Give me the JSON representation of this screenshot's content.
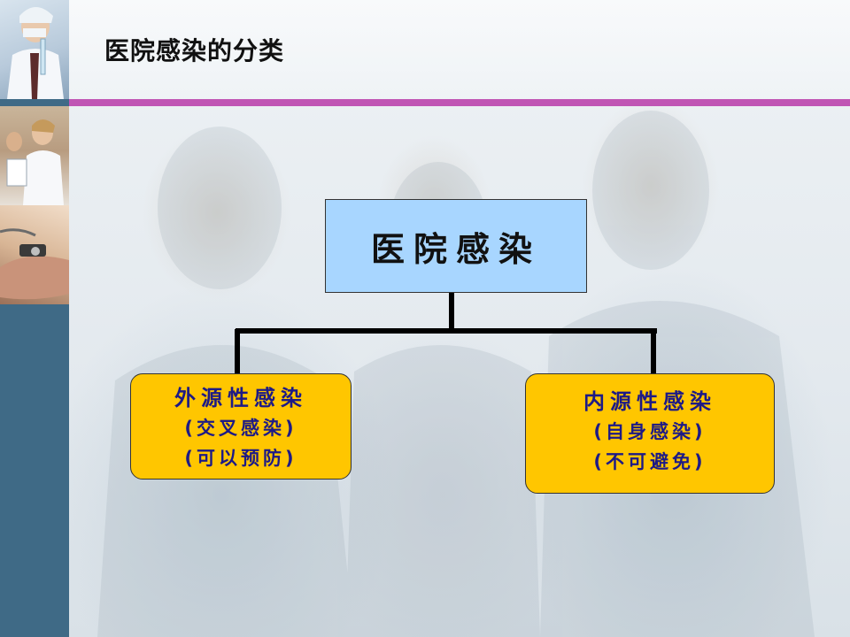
{
  "slide": {
    "title": "医院感染的分类"
  },
  "diagram": {
    "root": {
      "label": "医院感染"
    },
    "children": [
      {
        "title": "外源性感染",
        "sub1": "(交叉感染)",
        "sub2": "(可以预防)"
      },
      {
        "title": "内源性感染",
        "sub1": "(自身感染)",
        "sub2": "(不可避免)"
      }
    ]
  },
  "colors": {
    "accent_rule": "#c055b4",
    "root_fill": "#a8d6ff",
    "child_fill": "#ffc600",
    "child_text": "#1d1a86",
    "left_strip": "#3f6a86"
  },
  "decorations": {
    "left_photos": [
      "doctor-test-tube-photo",
      "doctor-clipboard-photo",
      "blood-pressure-photo"
    ]
  }
}
